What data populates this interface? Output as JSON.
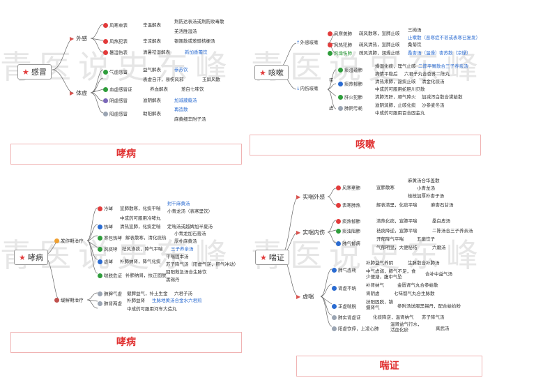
{
  "watermark": "青医说史东峰",
  "panels": {
    "ganmao": {
      "title": "感冒",
      "caption": "哮病",
      "branch1": "外感",
      "branch2": "体虚",
      "wai": [
        {
          "n": "风寒束表",
          "t": "辛温解表",
          "f": [
            "荆防达表汤或荆防败毒散",
            "羌活胜湿汤"
          ]
        },
        {
          "n": "风热犯表",
          "t": "辛凉解表",
          "f": [
            "银翘散或葱豉桔梗汤"
          ]
        },
        {
          "n": "暑湿伤表",
          "t": "清暑祛湿解表",
          "f": [
            "新加香薷饮"
          ]
        }
      ],
      "ti": [
        {
          "n": "气虚感冒",
          "t": "益气解表",
          "f": [
            "参苏饮"
          ]
        },
        {
          "n": "",
          "t": "表虚自汗，易伤风邪",
          "f": [
            "玉屏风散"
          ]
        },
        {
          "n": "血虚感冒证",
          "t": "养血解表",
          "f": [
            "葱白七味饮"
          ]
        },
        {
          "n": "阴虚感冒",
          "t": "滋阴解表",
          "f": [
            "加减葳蕤汤"
          ]
        },
        {
          "n": "阳虚感冒",
          "t": "助阳解表",
          "f": [
            "再造散",
            "麻黄细辛附子汤"
          ]
        }
      ]
    },
    "kesou": {
      "title": "咳嗽",
      "caption": "咳嗽",
      "branch1": "外感咳嗽",
      "branch2": "内伤咳嗽",
      "wai": [
        {
          "n": "风寒袭肺",
          "t": "疏风散寒，宣肺止咳",
          "f": [
            "三拗汤",
            "止嗽散（恶寒症不甚或表寒已复发）"
          ]
        },
        {
          "n": "风热犯肺",
          "t": "疏风清热，宣肺止咳",
          "f": [
            "桑菊饮"
          ]
        },
        {
          "n": "风燥伤肺",
          "t": "疏风清肺，润燥止咳",
          "f": [
            "桑杏汤（温燥）",
            "杏苏散（凉燥）"
          ]
        }
      ],
      "nei": [
        {
          "n": "痰湿蕴肺",
          "t": "燥湿化痰，理气止咳",
          "f": [
            "二陈平胃散合三子养亲汤"
          ]
        },
        {
          "n": "",
          "t": "病情平稳后",
          "f": [
            "六君子丸合杏苏二陈丸"
          ]
        },
        {
          "n": "痰热郁肺",
          "t": "清热肃肺，豁痰止咳",
          "f": [
            "清金化痰汤"
          ]
        },
        {
          "n": "",
          "t": "中成药可服用蛇胆川贝散",
          "f": []
        },
        {
          "n": "肝火犯肺",
          "t": "清肺泻肝，顺气降火",
          "f": [
            "加减泻白散合黛蛤散"
          ]
        },
        {
          "n": "肺阴亏耗",
          "t": "滋阴润肺，止咳化痰",
          "f": [
            "沙参麦冬汤"
          ]
        },
        {
          "n": "",
          "t": "中成药可服用百合固金丸",
          "f": []
        }
      ],
      "side1": "实",
      "side2": "虚"
    },
    "xiao": {
      "title": "哮病",
      "caption": "哮病",
      "branch1": "发作期治疗",
      "branch2": "缓解期治疗",
      "fa": [
        {
          "n": "冷哮",
          "t": "宣肺散寒，化痰平喘",
          "f": [
            "射干麻黄汤",
            "小青龙汤（表寒里饮）"
          ]
        },
        {
          "n": "",
          "t": "中成药可服用冷哮丸",
          "f": []
        },
        {
          "n": "热哮",
          "t": "清热宣肺，化痰定喘",
          "f": [
            "定喘汤或越婢加半夏汤"
          ]
        },
        {
          "n": "寒包热哮",
          "t": "解表散寒，清化痰热",
          "f": [
            "小青龙加石膏汤",
            "厚朴麻黄汤"
          ]
        },
        {
          "n": "风痰哮",
          "t": "祛风涤痰，降气平喘",
          "f": [
            "三子养亲汤"
          ]
        },
        {
          "n": "虚哮",
          "t": "补肺纳肾，降气化痰",
          "f": [
            "平喘固本汤",
            "苏子降气汤（阳虚气逆，肝气冲动）"
          ]
        },
        {
          "n": "喘脱危证",
          "t": "补肺纳肾，扶正固脱",
          "f": [
            "回阳救急汤合生脉饮",
            "黑锡丹"
          ]
        }
      ],
      "huan": [
        {
          "n": "肺脾气虚",
          "t": "健脾益气，补土生金",
          "f": [
            "六君子汤"
          ]
        },
        {
          "n": "肺肾两虚",
          "t": "补肺益肾",
          "f": [
            "生脉地黄汤合金水六君煎"
          ]
        },
        {
          "n": "",
          "t": "中成药可服用河车大造丸",
          "f": []
        }
      ]
    },
    "chuan": {
      "title": "喘证",
      "caption": "喘证",
      "branch1": "实喘外感",
      "branch2": "实喘内伤",
      "branch3": "虚喘",
      "wai": [
        {
          "n": "风寒壅肺",
          "t": "宣肺散寒",
          "f": [
            "麻黄汤合华盖散",
            "小青龙汤",
            "桂枝加厚朴杏子汤"
          ]
        },
        {
          "n": "表寒肺热",
          "t": "解表清里，化痰平喘",
          "f": [
            "麻杏石甘汤"
          ]
        }
      ],
      "nei": [
        {
          "n": "痰热郁肺",
          "t": "清热化痰，宣肺平喘",
          "f": [
            "桑白皮汤"
          ]
        },
        {
          "n": "痰浊阻肺",
          "t": "祛痰降逆，宣肺平喘",
          "f": [
            "二陈汤合三子养亲汤"
          ]
        },
        {
          "n": "肺气郁痹",
          "t": "开郁降气平喘",
          "f": [
            "五磨饮子"
          ]
        },
        {
          "n": "",
          "t": "气郁明显，大便秘结",
          "f": [
            "六磨汤"
          ]
        }
      ],
      "xu": [
        {
          "n": "肺气虚耗",
          "t": "补肺益气养阴",
          "f": [
            "生脉散合补肺汤"
          ]
        },
        {
          "n": "",
          "t": "中气虚弱，肺气不足，食少便溏，腹中气坠",
          "f": [
            "合补中益气汤"
          ]
        },
        {
          "n": "肾虚不纳",
          "t": "补肾纳气",
          "f": [
            "金匮肾气丸合参蛤散"
          ]
        },
        {
          "n": "",
          "t": "肾阴虚",
          "f": [
            "七味都气丸合生脉散"
          ]
        },
        {
          "n": "正虚喘脱",
          "t": "扶阳固脱，镇摄肾气",
          "f": [
            "参附汤送服黑锡丹，配合蛤蚧粉"
          ]
        },
        {
          "n": "肺实肾虚证",
          "t": "化痰降逆，温肾纳气",
          "f": [
            "苏子降气汤"
          ]
        },
        {
          "n": "阳虚饮停，上凌心肺",
          "t": "温肾益气行水，活血化瘀",
          "f": [
            "真武汤"
          ]
        }
      ]
    }
  },
  "colors": {
    "red": "#e23b3b",
    "blue": "#2a6bd1",
    "green": "#2e9d3b",
    "purple": "#7a67b8",
    "gray": "#9aa4b2"
  }
}
